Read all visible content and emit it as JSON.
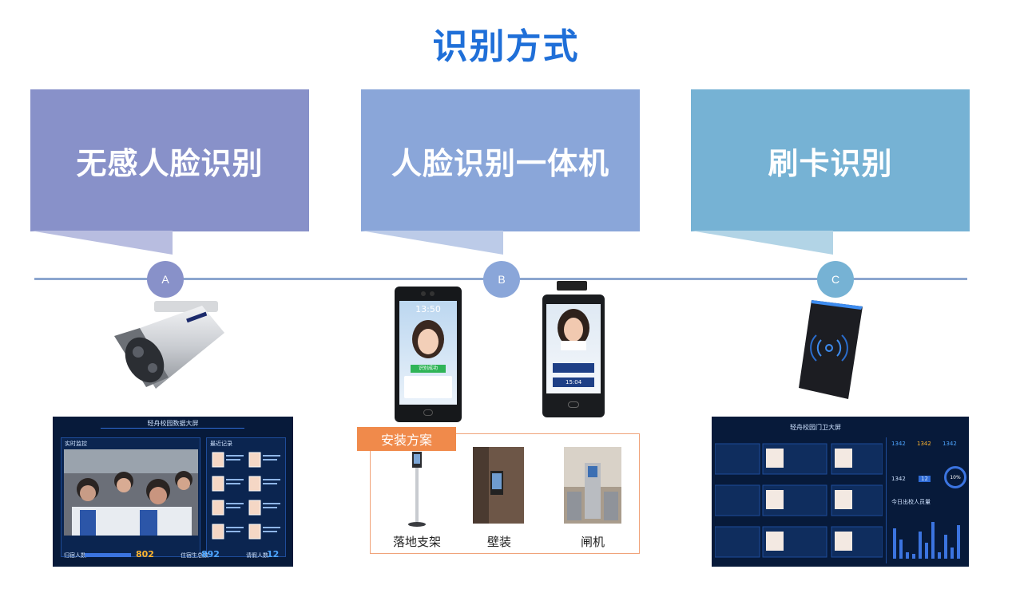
{
  "title": "识别方式",
  "methods": [
    {
      "label": "无感人脸识别",
      "node": "A",
      "color": "#8891c9"
    },
    {
      "label": "人脸识别一体机",
      "node": "B",
      "color": "#8aa6d9"
    },
    {
      "label": "刷卡识别",
      "node": "C",
      "color": "#76b2d4"
    }
  ],
  "dashboard_a": {
    "header": "轻舟校园数据大屏",
    "panel_left": "实时监控",
    "panel_right": "最近记录",
    "stats": [
      {
        "label": "归宿人数",
        "value": "802"
      },
      {
        "label": "住宿生总数",
        "value": "892"
      },
      {
        "label": "请假人数",
        "value": "12"
      }
    ]
  },
  "device_b": {
    "time": "13:50",
    "status": "识别成功",
    "time2": "15:04"
  },
  "installation": {
    "tag": "安装方案",
    "options": [
      "落地支架",
      "壁装",
      "闸机"
    ]
  },
  "dashboard_c": {
    "header": "轻舟校园门卫大屏",
    "kpis": [
      "1342",
      "1342",
      "1342"
    ],
    "kpi2": [
      "1342",
      "12"
    ],
    "gauge": "10%",
    "chart_title": "今日出校人员量"
  }
}
